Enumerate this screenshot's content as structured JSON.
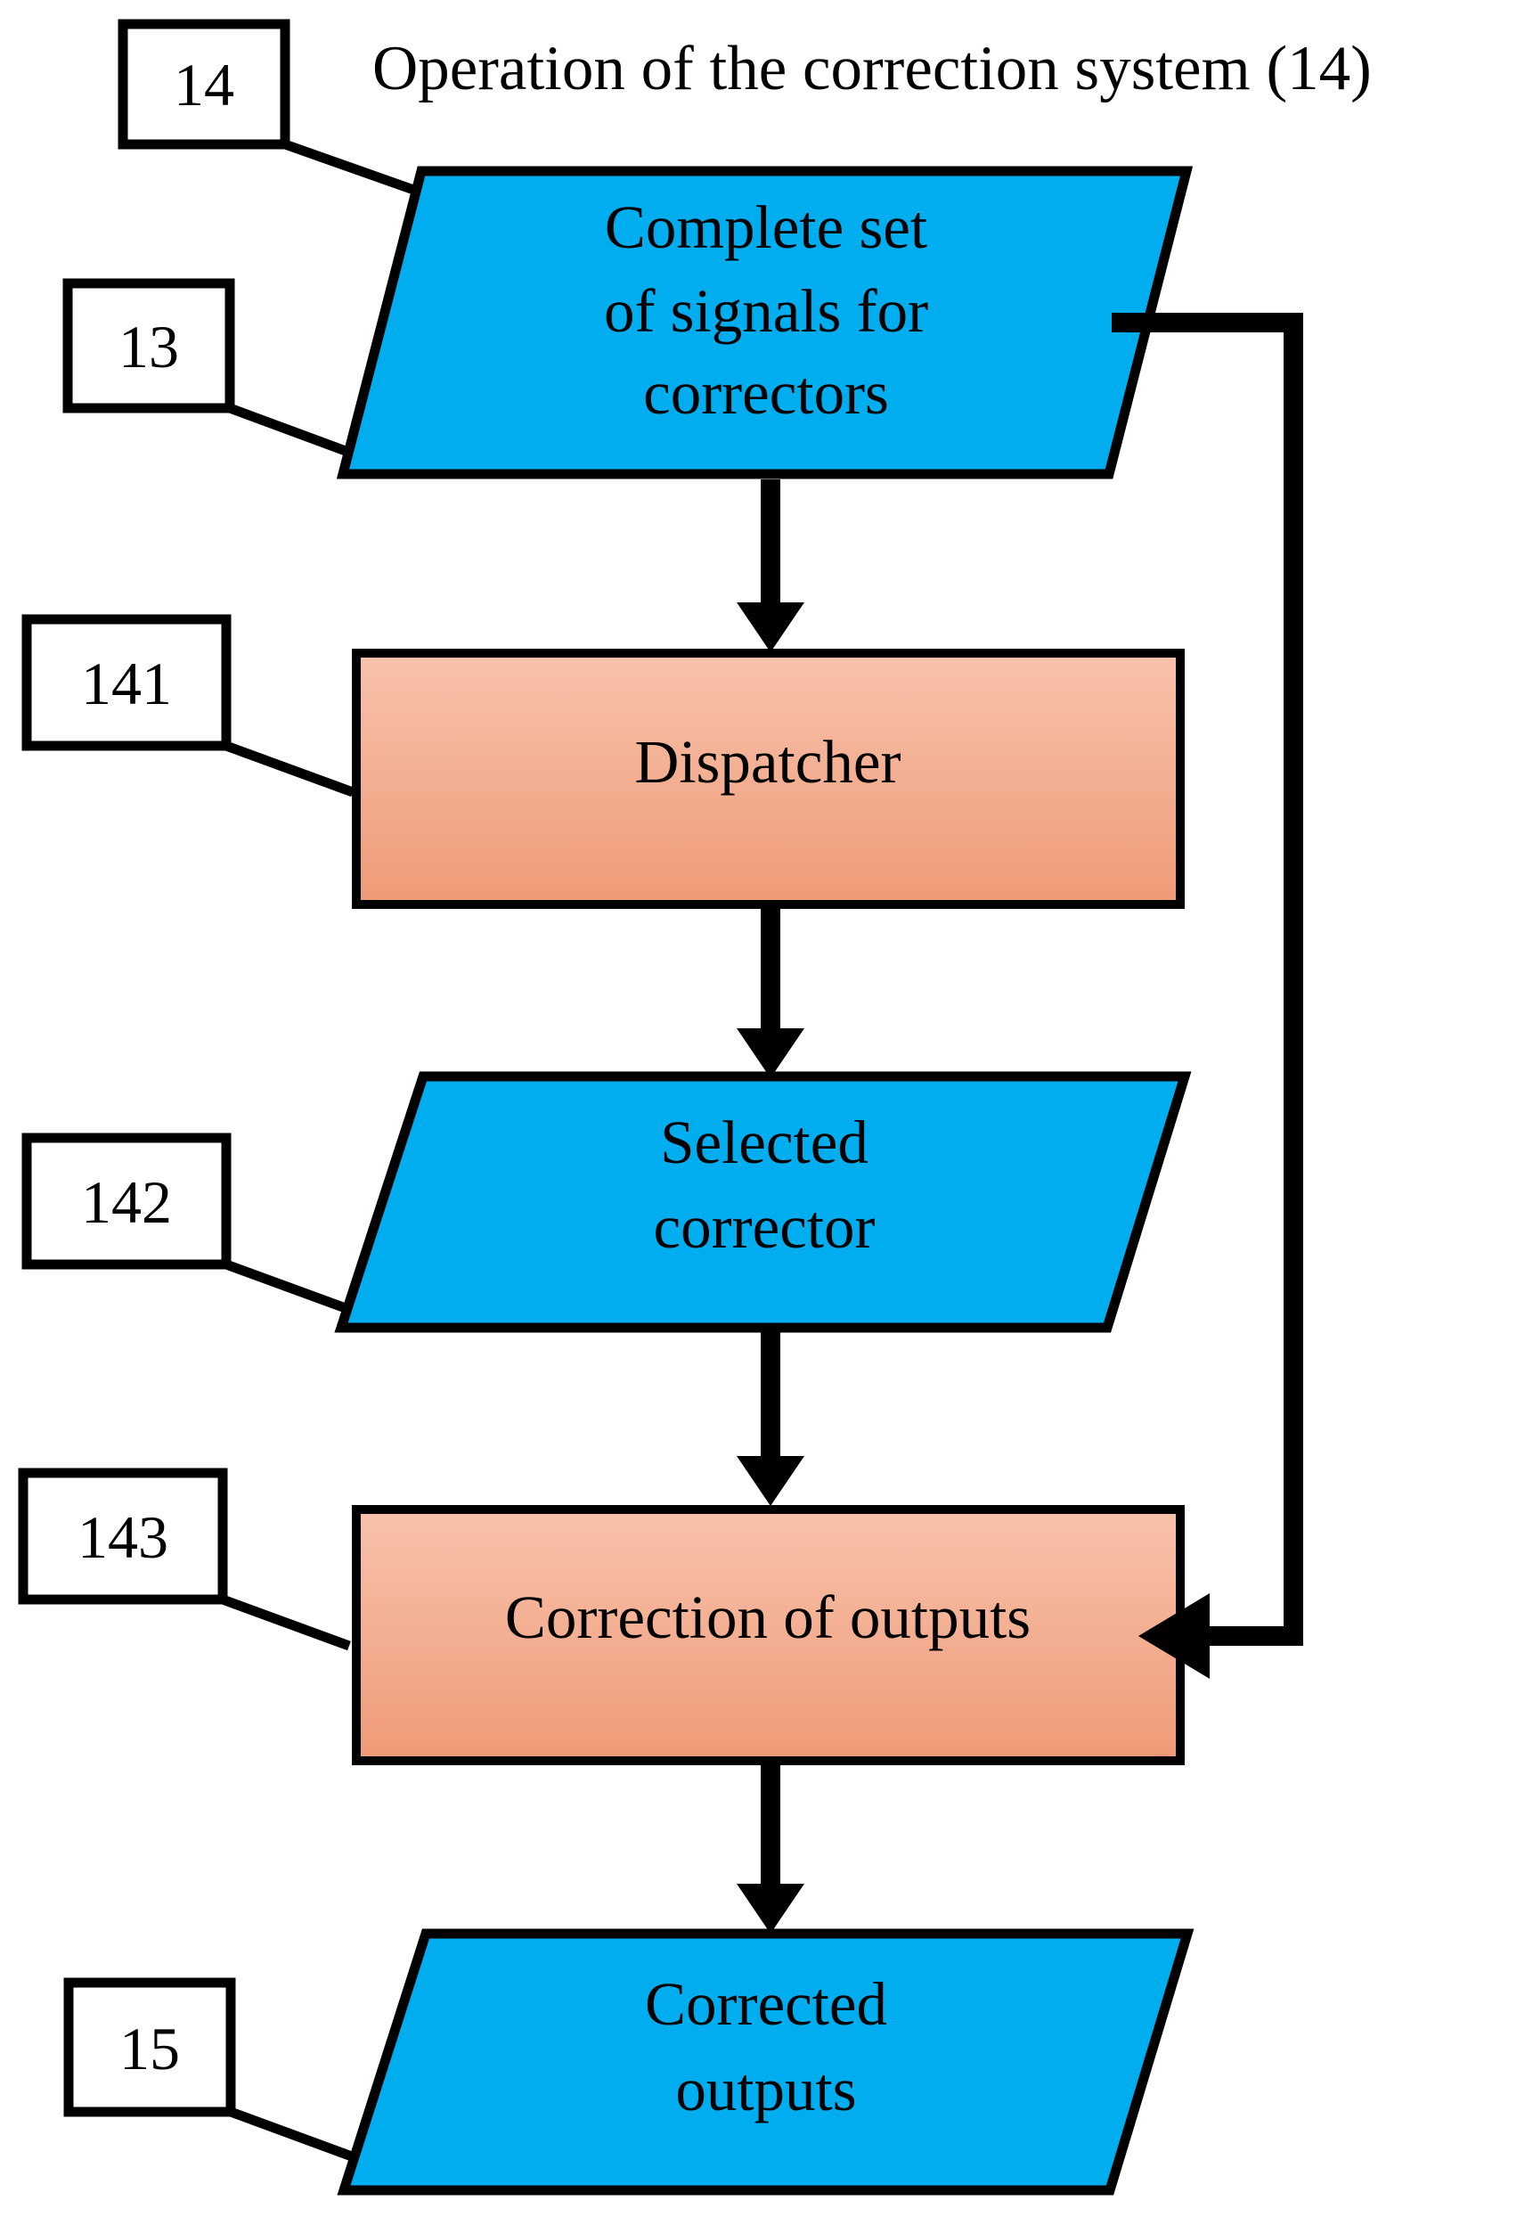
{
  "diagram": {
    "title": "Operation of the correction system (14)",
    "colors": {
      "data_shape_fill": "#00AEEF",
      "process_shape_fill_top": "#F7C0A8",
      "process_shape_fill_bottom": "#F09C7C",
      "outline": "#000000",
      "callout_fill": "#FFFFFF",
      "background": "#FFFFFF"
    },
    "callouts": [
      {
        "id": "callout-14",
        "label": "14"
      },
      {
        "id": "callout-13",
        "label": "13"
      },
      {
        "id": "callout-141",
        "label": "141"
      },
      {
        "id": "callout-142",
        "label": "142"
      },
      {
        "id": "callout-143",
        "label": "143"
      },
      {
        "id": "callout-15",
        "label": "15"
      }
    ],
    "nodes": [
      {
        "id": "node-complete-set",
        "shape": "parallelogram",
        "role": "data",
        "ref": "13",
        "lines": [
          "Complete set",
          "of signals for",
          "correctors"
        ]
      },
      {
        "id": "node-dispatcher",
        "shape": "rectangle",
        "role": "process",
        "ref": "141",
        "lines": [
          "Dispatcher"
        ]
      },
      {
        "id": "node-selected-corrector",
        "shape": "parallelogram",
        "role": "data",
        "ref": "142",
        "lines": [
          "Selected",
          "corrector"
        ]
      },
      {
        "id": "node-correction-of-outputs",
        "shape": "rectangle",
        "role": "process",
        "ref": "143",
        "lines": [
          "Correction of outputs"
        ]
      },
      {
        "id": "node-corrected-outputs",
        "shape": "parallelogram",
        "role": "data",
        "ref": "15",
        "lines": [
          "Corrected",
          "outputs"
        ]
      }
    ],
    "edges": [
      {
        "id": "edge-complete-to-dispatcher",
        "from": "node-complete-set",
        "to": "node-dispatcher",
        "style": "straight-down",
        "arrow": "down"
      },
      {
        "id": "edge-dispatcher-to-selected",
        "from": "node-dispatcher",
        "to": "node-selected-corrector",
        "style": "straight-down",
        "arrow": "down"
      },
      {
        "id": "edge-selected-to-correction",
        "from": "node-selected-corrector",
        "to": "node-correction-of-outputs",
        "style": "straight-down",
        "arrow": "down"
      },
      {
        "id": "edge-correction-to-corrected",
        "from": "node-correction-of-outputs",
        "to": "node-corrected-outputs",
        "style": "straight-down",
        "arrow": "down"
      },
      {
        "id": "edge-feedback-bypass",
        "from": "node-complete-set",
        "to": "node-correction-of-outputs",
        "style": "right-elbow",
        "arrow": "left"
      }
    ]
  }
}
